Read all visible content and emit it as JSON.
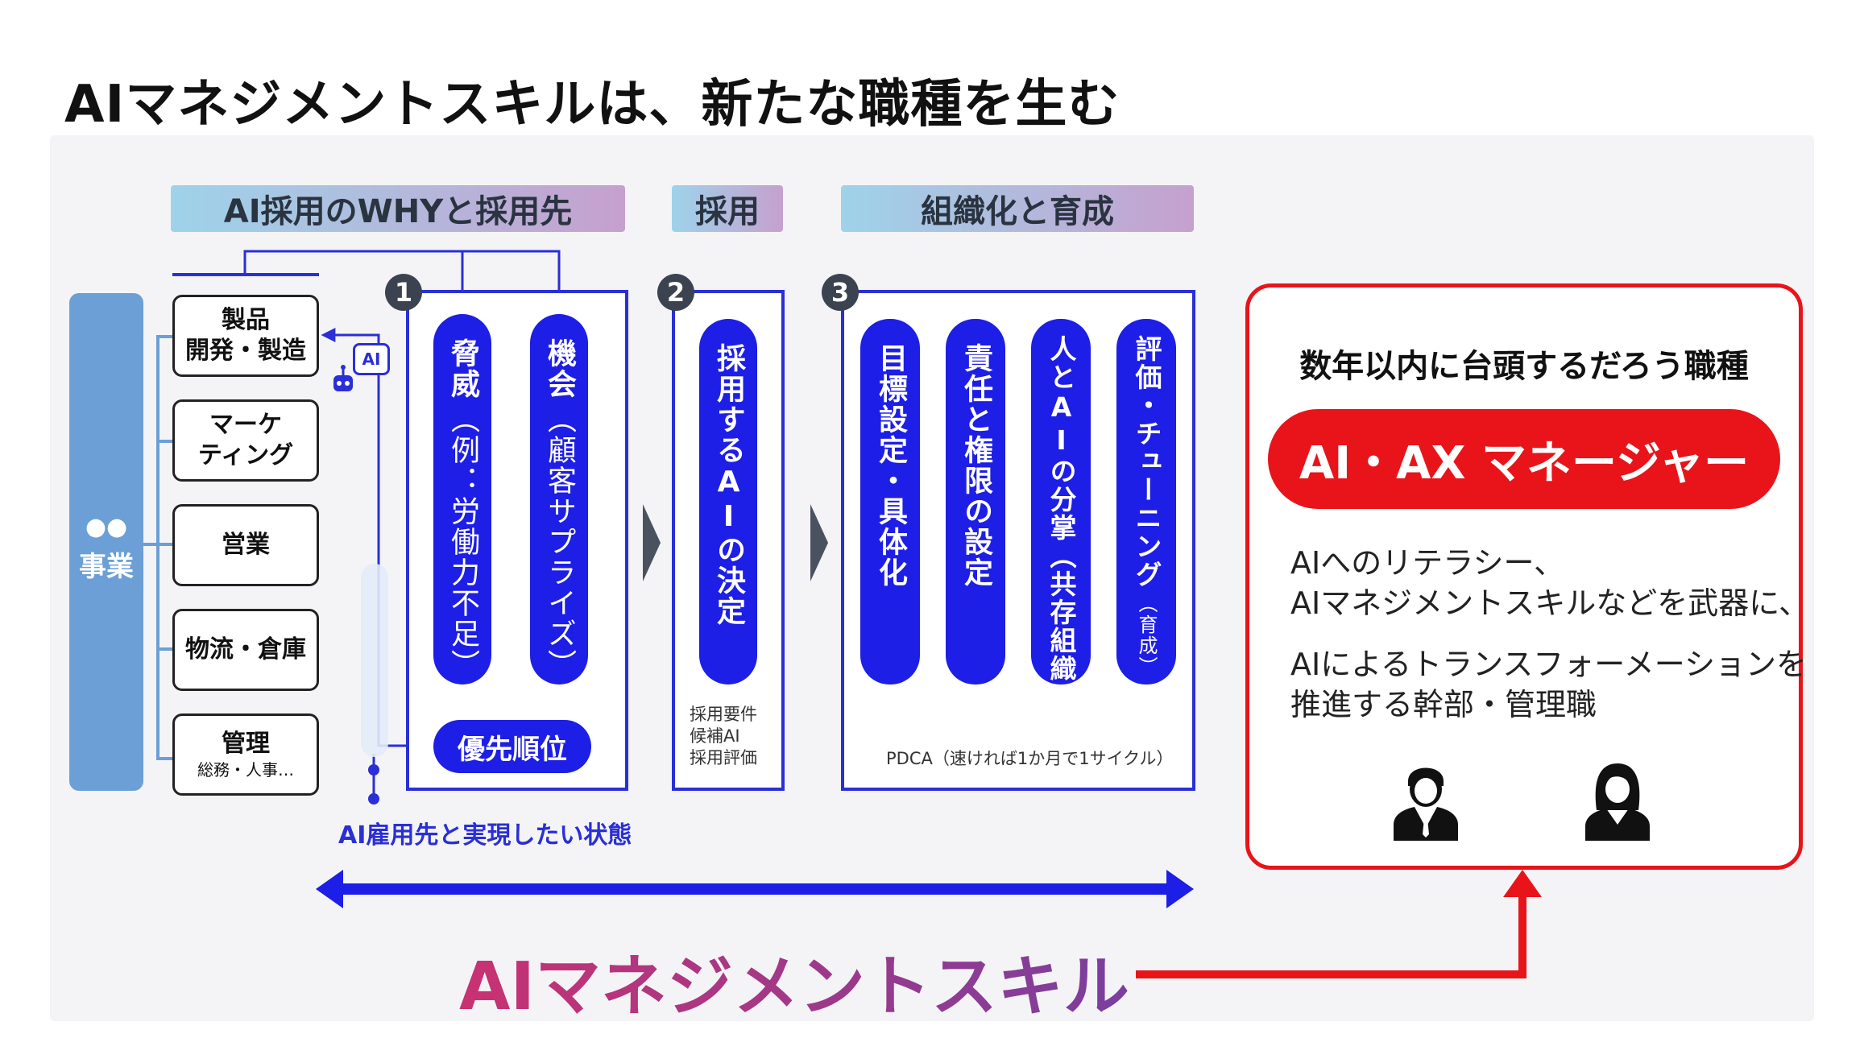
{
  "title": "AIマネジメントスキルは、新たな職種を生む",
  "headers": {
    "why": "AI採用のWHYと採用先",
    "hire": "採用",
    "org": "組織化と育成"
  },
  "business": {
    "dots": "●●",
    "label": "事業"
  },
  "departments": [
    {
      "line1": "製品",
      "line2": "開発・製造",
      "sub": ""
    },
    {
      "line1": "マーケ",
      "line2": "ティング",
      "sub": ""
    },
    {
      "line1": "営業",
      "line2": "",
      "sub": ""
    },
    {
      "line1": "物流・倉庫",
      "line2": "",
      "sub": ""
    },
    {
      "line1": "管理",
      "line2": "",
      "sub": "総務・人事…"
    }
  ],
  "ai_badge": "AI",
  "step1": {
    "num": "1",
    "threat": {
      "main": "脅威",
      "paren": "（例：労働力不足）"
    },
    "chance": {
      "main": "機会",
      "paren": "（顧客サプライズ）"
    },
    "priority": "優先順位"
  },
  "step2": {
    "num": "2",
    "pill": "採用するAIの決定",
    "notes": [
      "採用要件",
      "候補AI",
      "採用評価"
    ]
  },
  "step3": {
    "num": "3",
    "pills": [
      {
        "main": "目標設定・具体化",
        "sub": ""
      },
      {
        "main": "責任と権限の設定",
        "sub": ""
      },
      {
        "main": "人とAIの分掌（共存組織）",
        "sub": ""
      },
      {
        "main": "評価・チューニング",
        "sub": "（育成）"
      }
    ],
    "pdca": "PDCA（速ければ1か月で1サイクル）"
  },
  "ai_employment_label": "AI雇用先と実現したい状態",
  "skill_label": "AIマネジメントスキル",
  "future": {
    "title": "数年以内に台頭するだろう職種",
    "role": "AI・AX マネージャー",
    "desc1_line1": "AIへのリテラシー、",
    "desc1_line2": "AIマネジメントスキルなどを武器に、",
    "desc2_line1": "AIによるトランスフォーメーションを",
    "desc2_line2": "推進する幹部・管理職"
  },
  "icons": {
    "robot": "robot-icon",
    "person_male": "businessman-icon",
    "person_female": "businesswoman-icon"
  },
  "colors": {
    "blue": "#1d1ee6",
    "frame_blue": "#2a2fd6",
    "red": "#e8141a",
    "dept_blue": "#6b9fd6",
    "header_gradient_start": "#9ed3ea",
    "header_gradient_end": "#c6a0cf"
  }
}
